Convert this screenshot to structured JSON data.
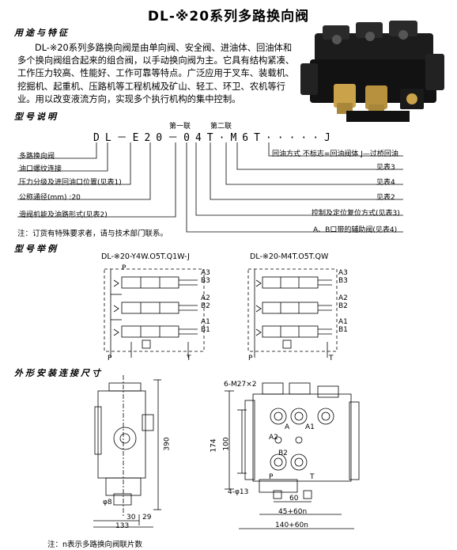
{
  "title": "DL-※20系列多路换向阀",
  "sections": {
    "usage": "用途与特征",
    "model_desc": "型号说明",
    "model_example": "型号举例",
    "dimensions": "外形安装连接尺寸"
  },
  "description": "DL-※20系列多路换向阀是由单向阀、安全阀、进油体、回油体和多个换向阀组合起来的组合阀，以手动换向阀为主。它具有结构紧凑、工作压力较高、性能好、工作可靠等特点。广泛应用于叉车、装载机、挖掘机、起重机、压路机等工程机械及矿山、轻工、环卫、农机等行业。用以改变液流方向，实现多个执行机构的集中控制。",
  "model_code": {
    "code": "DL－E20－04T·M6T·····J",
    "first_unit": "第一联",
    "second_unit": "第二联"
  },
  "left_labels": [
    "多路换向阀",
    "油口螺纹连接",
    "压力分级及进回油口位置(见表1)",
    "公称通径(mm) :20",
    "滑阀机能及油路形式(见表2)"
  ],
  "right_labels": [
    "回油方式  不标志=回油阀体  J—过桥回油",
    "见表3",
    "见表4",
    "见表2",
    "控制及定位复位方式(见表3)",
    "A、B口带的辅助阀(见表4)"
  ],
  "note1": "注：订货有特殊要求者，请与技术部门联系。",
  "examples": [
    {
      "title": "DL-※20-Y4W.O5T.Q1W-J",
      "ports": [
        "A3",
        "B3",
        "A2",
        "B2",
        "A1",
        "B1"
      ],
      "bottom": [
        "P",
        "T"
      ],
      "top": "P"
    },
    {
      "title": "DL-※20-M4T.O5T.QW",
      "ports": [
        "A3",
        "B3",
        "A2",
        "B2",
        "A1",
        "B1"
      ],
      "bottom": [
        "P",
        "T"
      ]
    }
  ],
  "dims": {
    "height": "390",
    "width": "133",
    "d30": "30",
    "d29": "29",
    "phi8": "φ8",
    "thread": "6-M27×2",
    "d174": "174",
    "d100": "100",
    "holes": "4-φ13",
    "d60": "60",
    "w1": "45+60n",
    "w2": "140+60n",
    "portA": "A",
    "portA1": "A1",
    "portA2": "A2",
    "portB2": "B2",
    "portP": "P",
    "portT": "T"
  },
  "note2": "注：n表示多路换向阀联片数"
}
